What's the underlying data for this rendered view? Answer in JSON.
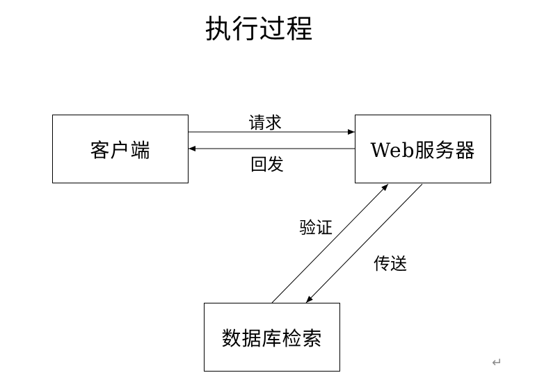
{
  "title": "执行过程",
  "nodes": {
    "client": "客户端",
    "server": "Web服务器",
    "database": "数据库检索"
  },
  "edges": {
    "request": "请求",
    "response": "回发",
    "verify": "验证",
    "transfer": "传送"
  },
  "marks": {
    "paragraph_mark": "↵"
  }
}
